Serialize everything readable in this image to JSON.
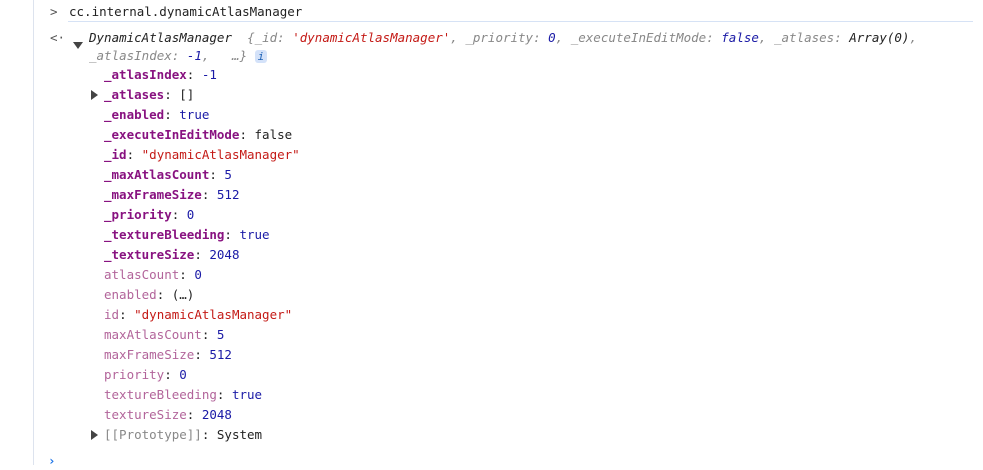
{
  "input": {
    "command": "cc.internal.dynamicAtlasManager"
  },
  "result": {
    "class_name": "DynamicAtlasManager",
    "preview": [
      {
        "key": "_id",
        "value": "'dynamicAtlasManager'",
        "type": "string"
      },
      {
        "key": "_priority",
        "value": "0",
        "type": "number"
      },
      {
        "key": "_executeInEditMode",
        "value": "false",
        "type": "number"
      },
      {
        "key": "_atlases",
        "value": "Array(0)",
        "type": "object"
      },
      {
        "key": "_atlasIndex",
        "value": "-1",
        "type": "number"
      }
    ],
    "ellipsis": "…}",
    "info": "i",
    "properties": [
      {
        "key": "_atlasIndex",
        "value": "-1",
        "type": "number",
        "own": true
      },
      {
        "key": "_atlases",
        "value": "[]",
        "type": "object",
        "own": true,
        "expandable": true
      },
      {
        "key": "_enabled",
        "value": "true",
        "type": "number",
        "own": true
      },
      {
        "key": "_executeInEditMode",
        "value": "false",
        "type": "object",
        "own": true
      },
      {
        "key": "_id",
        "value": "\"dynamicAtlasManager\"",
        "type": "string",
        "own": true
      },
      {
        "key": "_maxAtlasCount",
        "value": "5",
        "type": "number",
        "own": true
      },
      {
        "key": "_maxFrameSize",
        "value": "512",
        "type": "number",
        "own": true
      },
      {
        "key": "_priority",
        "value": "0",
        "type": "number",
        "own": true
      },
      {
        "key": "_textureBleeding",
        "value": "true",
        "type": "number",
        "own": true
      },
      {
        "key": "_textureSize",
        "value": "2048",
        "type": "number",
        "own": true
      },
      {
        "key": "atlasCount",
        "value": "0",
        "type": "number",
        "own": false
      },
      {
        "key": "enabled",
        "value": "(…)",
        "type": "object",
        "own": false
      },
      {
        "key": "id",
        "value": "\"dynamicAtlasManager\"",
        "type": "string",
        "own": false
      },
      {
        "key": "maxAtlasCount",
        "value": "5",
        "type": "number",
        "own": false
      },
      {
        "key": "maxFrameSize",
        "value": "512",
        "type": "number",
        "own": false
      },
      {
        "key": "priority",
        "value": "0",
        "type": "number",
        "own": false
      },
      {
        "key": "textureBleeding",
        "value": "true",
        "type": "number",
        "own": false
      },
      {
        "key": "textureSize",
        "value": "2048",
        "type": "number",
        "own": false
      }
    ],
    "prototype": {
      "key": "[[Prototype]]",
      "value": "System"
    }
  },
  "prompt": {
    "icon": "chevron-right-icon"
  }
}
